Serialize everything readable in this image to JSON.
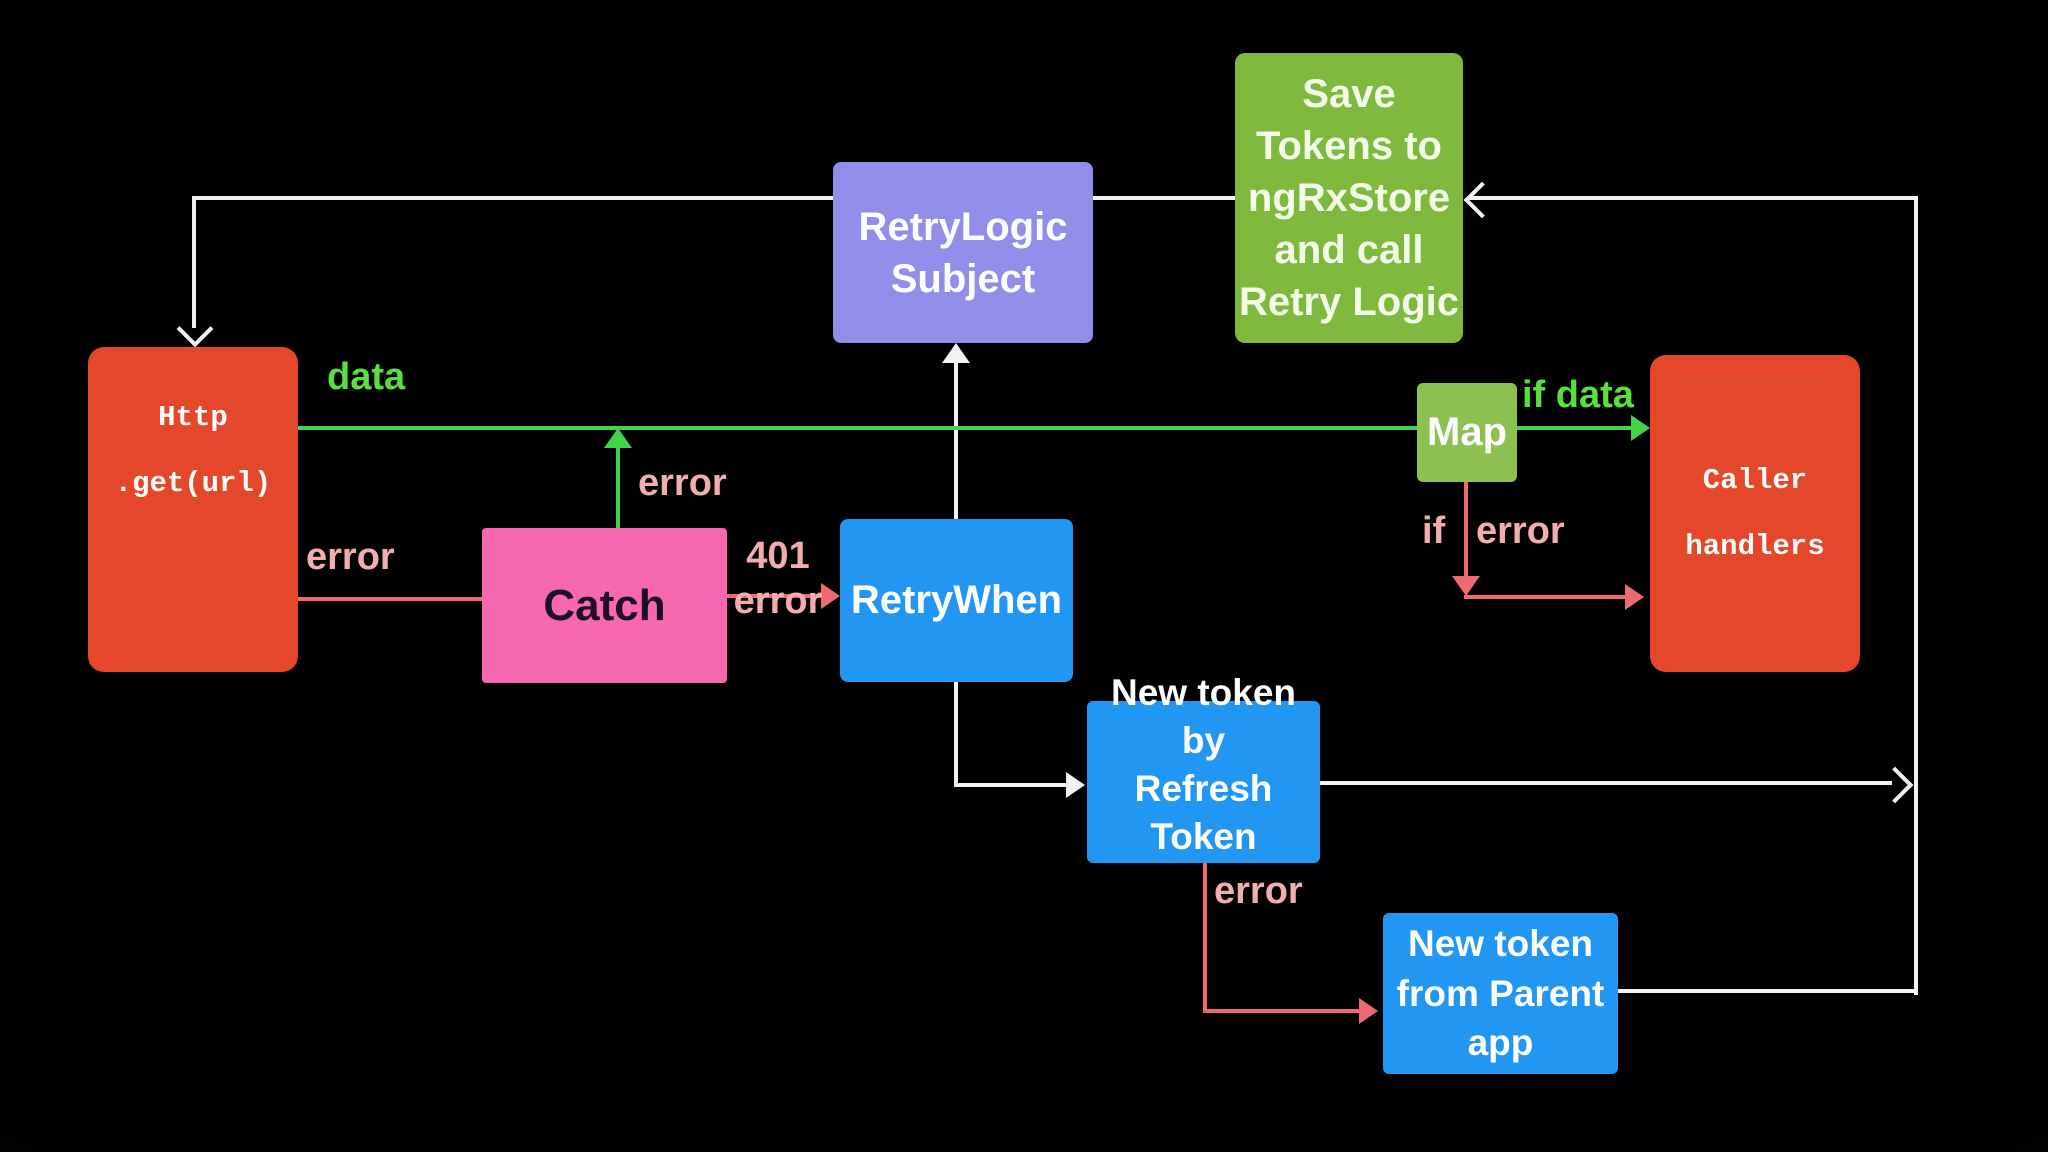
{
  "diagram": {
    "description": "RxJS HTTP retry / token-refresh flow diagram on black background",
    "colors": {
      "background": "#000000",
      "http_caller_box": "#e5472a",
      "catch_box": "#f768b1",
      "blue_box": "#2196f3",
      "retrylogic_box": "#918de9",
      "save_tokens_box": "#7eb93d",
      "map_box": "#8cc152",
      "data_line": "#41d44a",
      "data_label": "#58e13e",
      "error_line": "#ee6a72",
      "error_label": "#f2aeae",
      "flow_line": "#f2f2f2"
    },
    "nodes": {
      "http": {
        "label": "Http\n.get(url)"
      },
      "catch": {
        "label": "Catch"
      },
      "retry_when": {
        "label": "RetryWhen"
      },
      "retry_logic_subject": {
        "label": "RetryLogic\nSubject"
      },
      "save_tokens": {
        "label": "Save\nTokens to\nngRxStore\nand call\nRetry Logic"
      },
      "map": {
        "label": "Map"
      },
      "caller_handlers": {
        "label": "Caller\nhandlers"
      },
      "new_token_refresh": {
        "label": "New token by\nRefresh Token"
      },
      "new_token_parent": {
        "label": "New token\nfrom Parent\napp"
      }
    },
    "labels": {
      "data": "data",
      "error_http_to_catch": "error",
      "error_catch_up": "error",
      "error_401": "401\nerror",
      "if_data": "if data",
      "if_word": "if",
      "error_map_down": "error",
      "error_refresh_down": "error"
    }
  }
}
